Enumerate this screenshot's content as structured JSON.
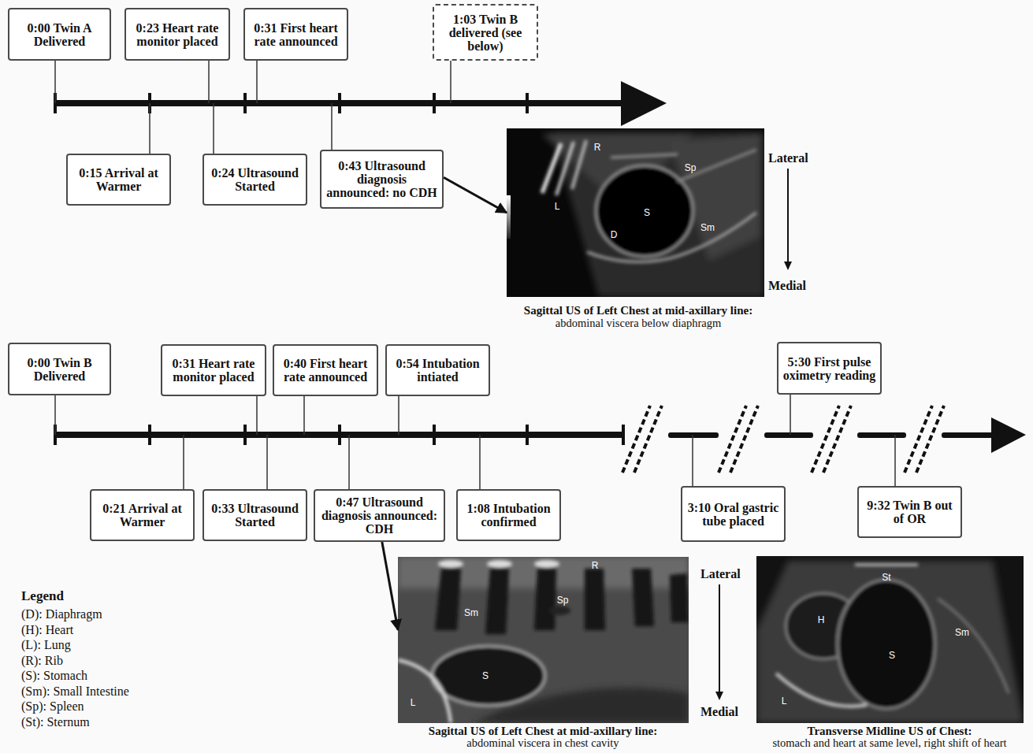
{
  "diagram": {
    "nodes": [
      {
        "text": [
          "0:00 Twin A Delivered"
        ]
      },
      {
        "text": [
          "0:23 Heart rate monitor placed"
        ]
      },
      {
        "text": [
          "0:31 First heart rate announced"
        ]
      },
      {
        "text": [
          "1:03 Twin B delivered (see below)"
        ]
      },
      {
        "text": [
          "0:15 Arrival at Warmer"
        ]
      },
      {
        "text": [
          "0:24 Ultrasound Started"
        ]
      },
      {
        "text": [
          "0:43 Ultrasound diagnosis announced: no CDH"
        ]
      },
      {
        "text": [
          "R",
          "Sp",
          "L",
          "S",
          "D",
          "Sm"
        ]
      },
      {
        "text": [
          "0:00 Twin B Delivered"
        ]
      },
      {
        "text": [
          "0:31 Heart rate monitor placed"
        ]
      },
      {
        "text": [
          "0:40 First heart rate announced"
        ]
      },
      {
        "text": [
          "0:54 Intubation intiated"
        ]
      },
      {
        "text": [
          "5:30 First pulse oximetry reading"
        ]
      },
      {
        "text": [
          "0:21 Arrival at Warmer"
        ]
      },
      {
        "text": [
          "0:33 Ultrasound Started"
        ]
      },
      {
        "text": [
          "0:47 Ultrasound diagnosis announced: CDH"
        ]
      },
      {
        "text": [
          "1:08 Intubation confirmed"
        ]
      },
      {
        "text": [
          "3:10 Oral gastric tube placed"
        ]
      },
      {
        "text": [
          "9:32 Twin B out of OR"
        ]
      },
      {
        "text": [
          "R",
          "Sm",
          "Sp",
          "S",
          "L"
        ]
      },
      {
        "text": [
          "St",
          "H",
          "Sm",
          "S",
          "L"
        ]
      }
    ],
    "edges": [
      {
        "from": 6,
        "to": 7,
        "arrow": "to"
      },
      {
        "from": 15,
        "to": 19,
        "arrow": "to"
      }
    ],
    "labels": [
      "Lateral",
      "Medial",
      "Sagittal US of Left Chest at mid-axillary line:",
      "abdominal viscera below diaphragm",
      "Lateral",
      "Medial",
      "Sagittal US of Left Chest at mid-axillary line:",
      "abdominal viscera in chest cavity",
      "Transverse Midline US of Chest:",
      "stomach and heart at same level, right shift of heart",
      "Legend"
    ],
    "legend": [
      {
        "text": "(D): Diaphragm"
      },
      {
        "text": "(H): Heart"
      },
      {
        "text": "(L): Lung"
      },
      {
        "text": "(R): Rib"
      },
      {
        "text": "(S): Stomach"
      },
      {
        "text": "(Sm): Small Intestine"
      },
      {
        "text": "(Sp): Spleen"
      },
      {
        "text": "(St): Sternum"
      }
    ]
  }
}
